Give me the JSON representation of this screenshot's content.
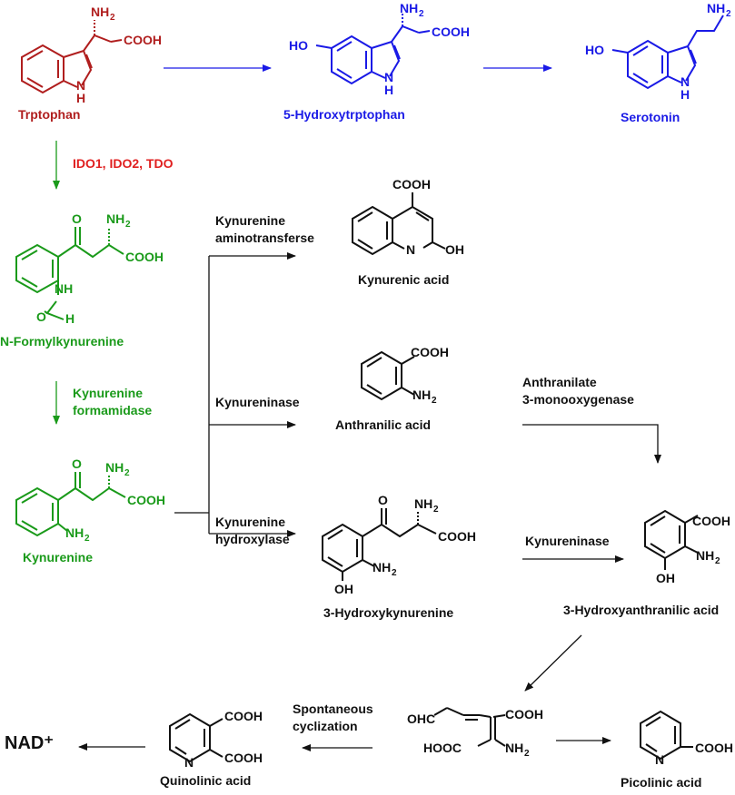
{
  "colors": {
    "tryptophan": "#b01e1e",
    "serotonin_branch": "#1a1ae6",
    "kynurenine_branch": "#1a9a1a",
    "ido_enzymes": "#e01f1f",
    "default": "#111111"
  },
  "compounds": {
    "tryptophan": "Trptophan",
    "hydroxytryptophan": "5-Hydroxytrptophan",
    "serotonin": "Serotonin",
    "n_formylkynurenine": "N-Formylkynurenine",
    "kynurenine": "Kynurenine",
    "kynurenic_acid": "Kynurenic acid",
    "anthranilic_acid": "Anthranilic acid",
    "hydroxykynurenine": "3-Hydroxykynurenine",
    "hydroxyanthranilic_acid": "3-Hydroxyanthranilic acid",
    "quinolinic_acid": "Quinolinic acid",
    "picolinic_acid": "Picolinic acid",
    "nad": "NAD⁺"
  },
  "enzymes": {
    "ido_tdo": "IDO1, IDO2, TDO",
    "kynurenine_formamidase_1": "Kynurenine",
    "kynurenine_formamidase_2": "formamidase",
    "kat_1": "Kynurenine",
    "kat_2": "aminotransferse",
    "kynureninase_1": "Kynureninase",
    "kynurenine_hydroxylase_1": "Kynurenine",
    "kynurenine_hydroxylase_2": "hydroxylase",
    "anthranilate_1": "Anthranilate",
    "anthranilate_2": "3-monooxygenase",
    "kynureninase_2": "Kynureninase",
    "spontaneous_1": "Spontaneous",
    "spontaneous_2": "cyclization"
  }
}
